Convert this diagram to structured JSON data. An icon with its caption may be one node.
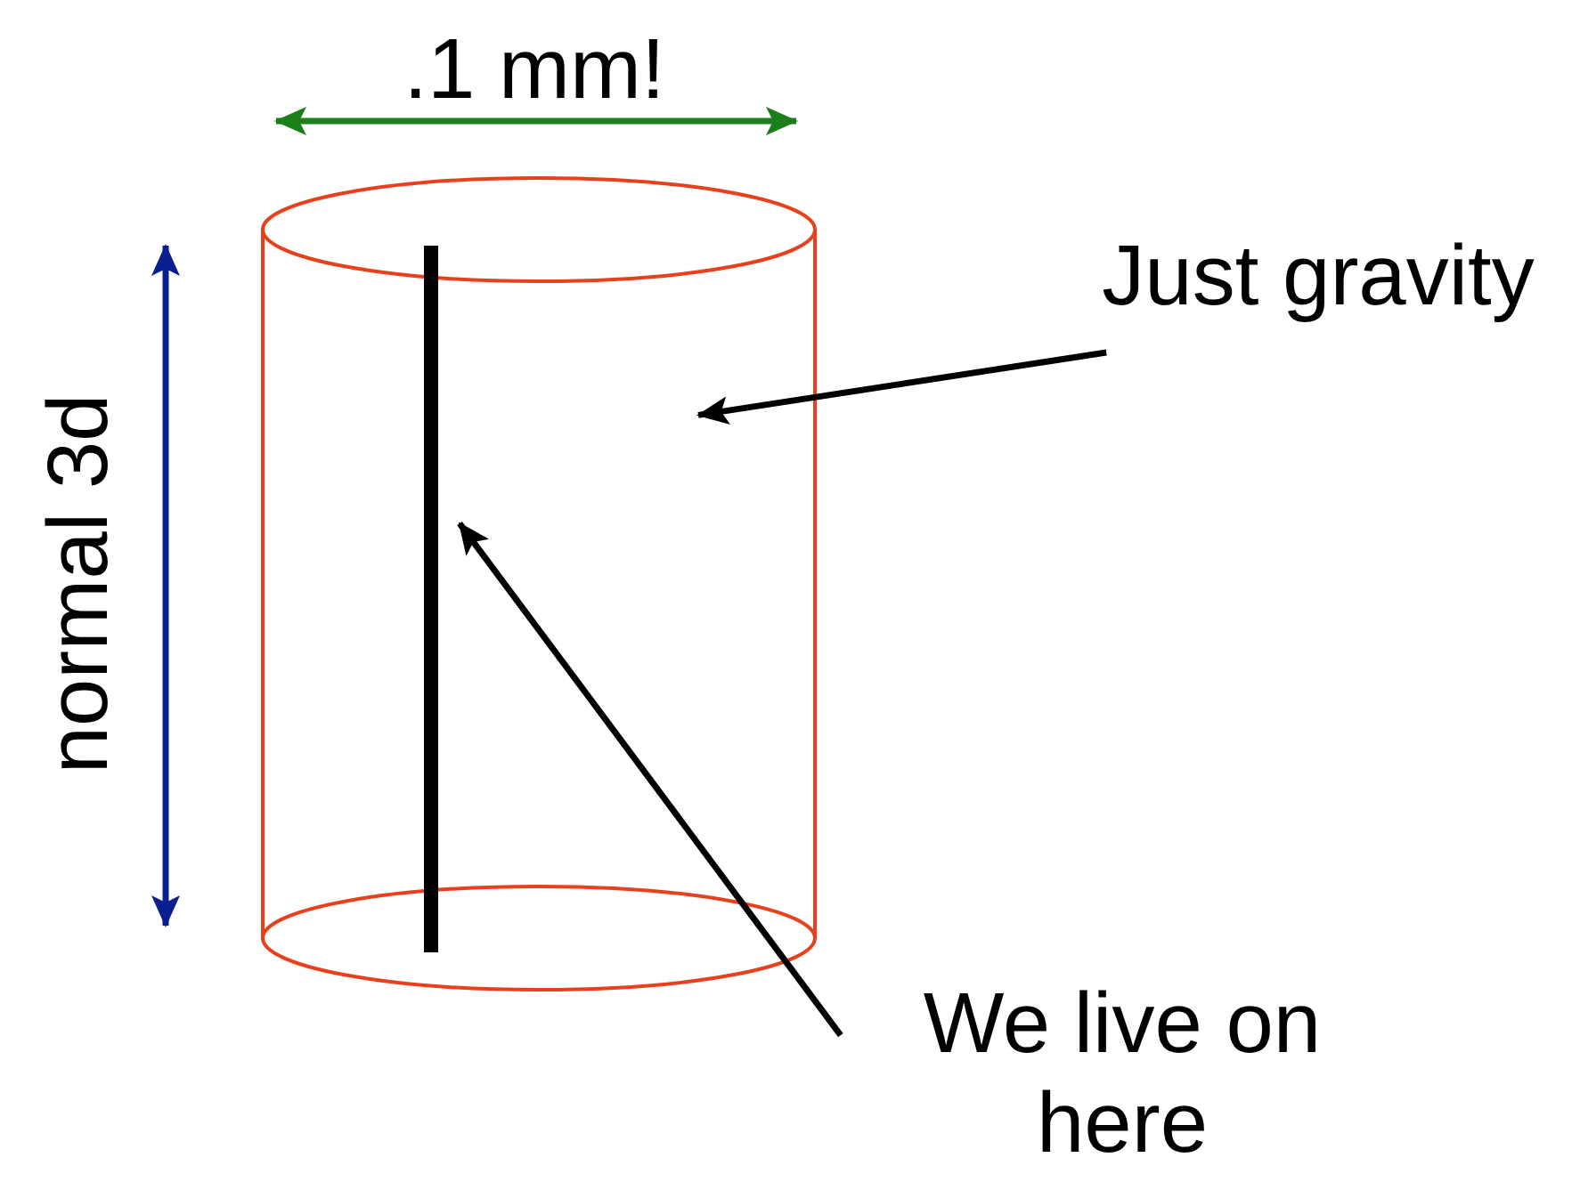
{
  "diagram": {
    "nodes": [
      {
        "text": [
          "Just gravity"
        ]
      },
      {
        "text": [],
        "shape": "cylinder"
      },
      {
        "text": [],
        "shape": "bar",
        "in": 1
      },
      {
        "text": [
          "We live on here"
        ]
      }
    ],
    "edges": [
      {
        "from": 0,
        "to": 1,
        "arrow": "to"
      },
      {
        "from": 3,
        "to": 2,
        "arrow": "to"
      }
    ],
    "labels": [
      ".1 mm!",
      "normal 3d"
    ]
  }
}
